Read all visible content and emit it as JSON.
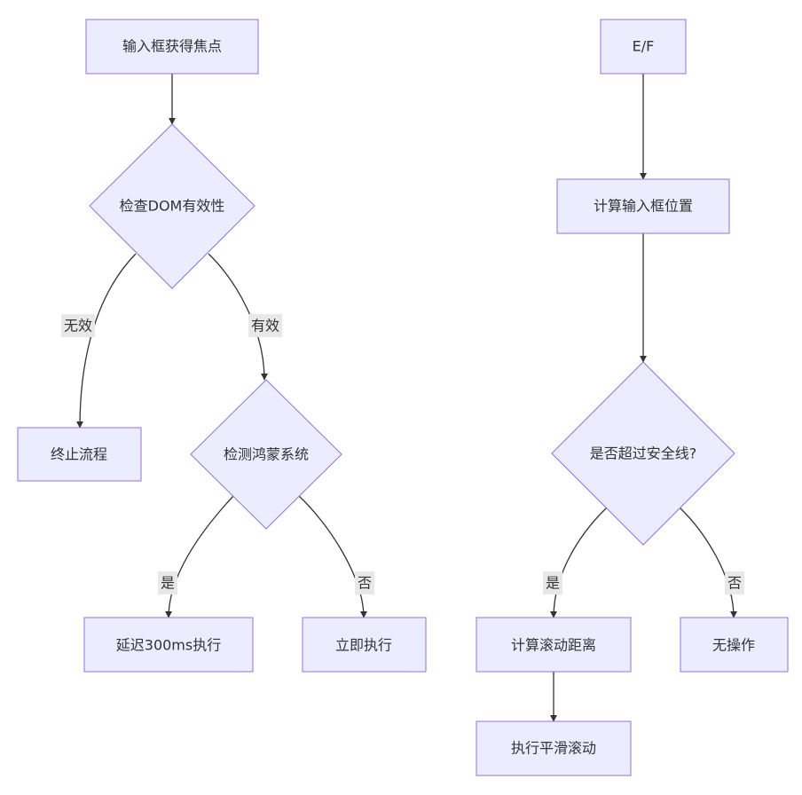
{
  "diagram": {
    "nodes": {
      "focus": "输入框获得焦点",
      "check_dom": "检查DOM有效性",
      "terminate": "终止流程",
      "detect_harmony": "检测鸿蒙系统",
      "delay_exec": "延迟300ms执行",
      "immediate_exec": "立即执行",
      "ef": "E/F",
      "calc_position": "计算输入框位置",
      "over_safe_line": "是否超过安全线?",
      "calc_scroll": "计算滚动距离",
      "no_action": "无操作",
      "smooth_scroll": "执行平滑滚动"
    },
    "edge_labels": {
      "invalid": "无效",
      "valid": "有效",
      "yes_1": "是",
      "no_1": "否",
      "yes_2": "是",
      "no_2": "否"
    }
  }
}
